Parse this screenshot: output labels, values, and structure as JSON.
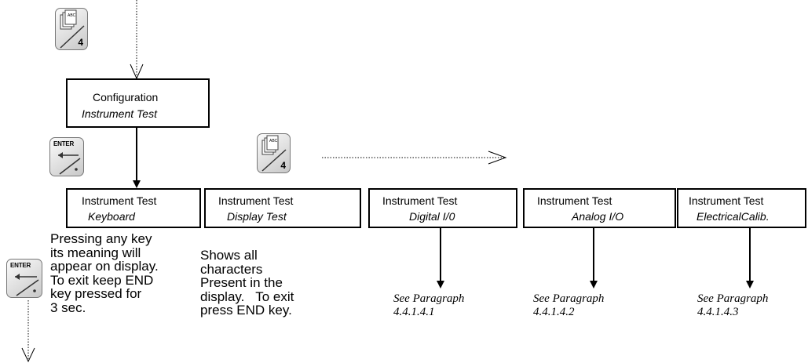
{
  "keys": {
    "menu_key_number": "4",
    "menu_key_caption": "ABC",
    "enter_key_label": "ENTER"
  },
  "config_box": {
    "line1": "Configuration",
    "line2": "Instrument Test"
  },
  "tests": [
    {
      "line1": "Instrument Test",
      "line2": "Keyboard"
    },
    {
      "line1": "Instrument Test",
      "line2": "Display Test"
    },
    {
      "line1": "Instrument Test",
      "line2": "Digital I/0"
    },
    {
      "line1": "Instrument Test",
      "line2": "Analog I/O"
    },
    {
      "line1": "Instrument Test",
      "line2": "ElectricalCalib."
    }
  ],
  "notes": {
    "keyboard": "Pressing any key\nits meaning will\nappear on display.\nTo exit keep END\nkey pressed for\n3 sec.",
    "display": "Shows all\ncharacters\nPresent in the\ndisplay.   To exit\npress END key."
  },
  "references": {
    "digital": "See Paragraph\n4.4.1.4.1",
    "analog": "See Paragraph\n4.4.1.4.2",
    "electrical": "See Paragraph\n4.4.1.4.3"
  }
}
